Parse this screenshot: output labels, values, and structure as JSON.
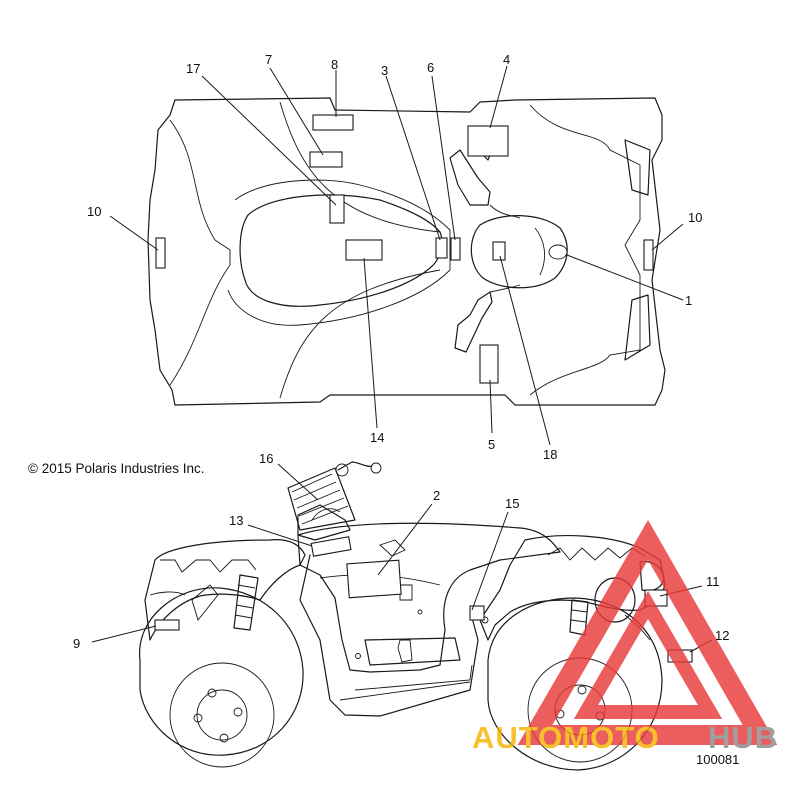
{
  "copyright": "© 2015 Polaris Industries Inc.",
  "diagram_number": "100081",
  "watermark": {
    "part1": "AUTOMOTO",
    "part2": "HUB",
    "color1": "#f5b400",
    "color2": "#8a8a8a",
    "triangle_color": "#e83a3a"
  },
  "callouts": [
    "1",
    "2",
    "3",
    "4",
    "5",
    "6",
    "7",
    "8",
    "9",
    "10",
    "10",
    "11",
    "12",
    "13",
    "14",
    "15",
    "16",
    "17",
    "18"
  ],
  "views": {
    "top": "top-view",
    "side": "side-view"
  }
}
